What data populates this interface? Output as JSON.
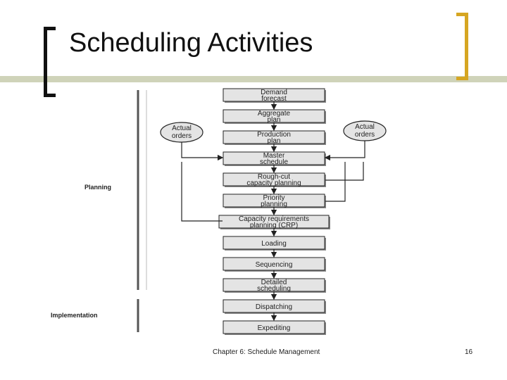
{
  "slide": {
    "title": "Scheduling Activities",
    "footer": "Chapter 6: Schedule Management",
    "page_number": "16"
  },
  "diagram": {
    "steps": [
      [
        "Demand",
        "forecast"
      ],
      [
        "Aggregate",
        "plan"
      ],
      [
        "Production",
        "plan"
      ],
      [
        "Master",
        "schedule"
      ],
      [
        "Rough-cut",
        "capacity planning"
      ],
      [
        "Priority",
        "planning"
      ],
      [
        "Capacity requirements",
        "planning (CRP)"
      ],
      [
        "Loading"
      ],
      [
        "Sequencing"
      ],
      [
        "Detailed",
        "scheduling"
      ],
      [
        "Dispatching"
      ],
      [
        "Expediting"
      ]
    ],
    "left_input": [
      "Actual",
      "orders"
    ],
    "right_input": [
      "Actual",
      "orders"
    ],
    "phases": [
      "Planning",
      "Implementation"
    ]
  },
  "colors": {
    "accent_bracket": "#d6a622",
    "title_rule": "#cfd3b9",
    "box_fill": "#e4e4e4"
  }
}
